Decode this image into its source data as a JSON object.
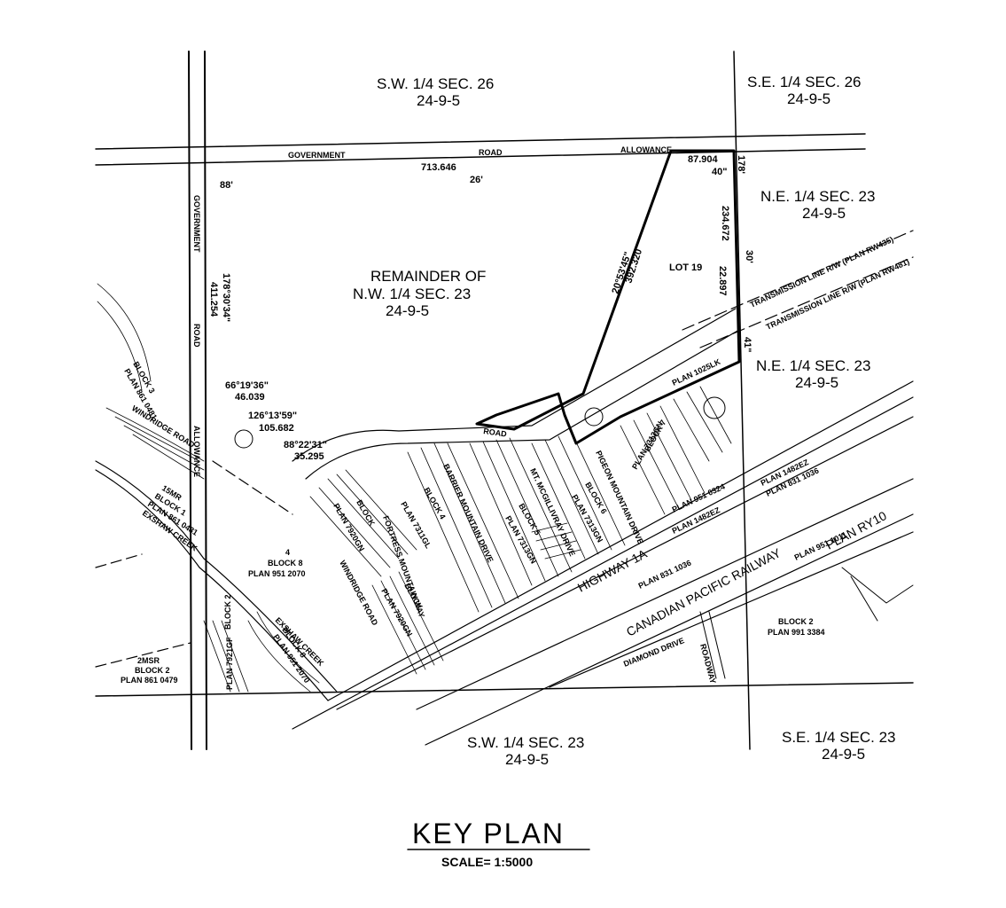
{
  "sections": {
    "sw26": [
      "S.W. 1/4 SEC. 26",
      "24-9-5"
    ],
    "se26": [
      "S.E. 1/4 SEC. 26",
      "24-9-5"
    ],
    "ne23_top": [
      "N.E. 1/4 SEC. 23",
      "24-9-5"
    ],
    "ne23_mid": [
      "N.E. 1/4 SEC. 23",
      "24-9-5"
    ],
    "remainder": [
      "REMAINDER OF",
      "N.W. 1/4 SEC. 23",
      "24-9-5"
    ],
    "sw23": [
      "S.W. 1/4 SEC. 23",
      "24-9-5"
    ],
    "se23": [
      "S.E. 1/4 SEC. 23",
      "24-9-5"
    ]
  },
  "roads": {
    "gov_road": "GOVERNMENT",
    "gov_road2": "ROAD",
    "allowance": "ALLOWANCE",
    "gov_vertical": "GOVERNMENT",
    "road_vertical": "ROAD",
    "allowance_vertical": "ALLOWANCE",
    "road": "ROAD",
    "highway": "HIGHWAY 1A",
    "railway": "CANADIAN PACIFIC RAILWAY",
    "plan_ry10": "PLAN RY10",
    "diamond_drive": "DIAMOND DRIVE",
    "roadway": "ROADWAY",
    "windridge_road_left": "WINDRIDGE ROAD",
    "windridge_road_mid": "WINDRIDGE ROAD",
    "exshaw_creek_left": "EXSHAW CREEK",
    "exshaw_creek_mid": "EXSHAW CREEK",
    "fortress": "FORTRESS MOUNTAIN WAY",
    "barrier": "BARRIER MOUNTAIN DRIVE",
    "mcgillivray": "MT. MCGILLIVRAY DRIVE",
    "pigeon": "PIGEON MOUNTAIN DRIVE"
  },
  "dimensions": {
    "d713": "713.646",
    "d26": "26'",
    "d88": "88'",
    "d87904": "87.904",
    "d40": "40\"",
    "d178": "178'",
    "d234": "234.672",
    "d30": "30'",
    "d22897": "22.897",
    "d41": "41\"",
    "bearing1": "20°53'45\"",
    "dist1": "392.320",
    "bearing_left": "178°30'34\"",
    "dist_left": "411.254",
    "bearing2": "66°19'36\"",
    "dist2": "46.039",
    "bearing3": "126°13'59\"",
    "dist3": "105.682",
    "bearing4": "88°22'31\"",
    "dist4": "35.295"
  },
  "lot": "LOT 19",
  "transmission1": "TRANSMISSION LINE R/W (PLAN RW435)",
  "transmission2": "TRANSMISSION LINE R/W (PLAN RW481)",
  "plans": {
    "plan1025lk": "PLAN 1025LK",
    "plan1482ez_a": "PLAN 1482EZ",
    "plan1482ez_b": "PLAN 1482EZ",
    "plan8311036_a": "PLAN 831 1036",
    "plan8311036_b": "PLAN 831 1036",
    "plan9510324": "PLAN 951 0324",
    "plan9511011": "PLAN 951 1011",
    "block2_right": [
      "BLOCK 2",
      "PLAN 991 3384"
    ],
    "block8": [
      "4",
      "BLOCK 8",
      "PLAN 951 2070"
    ],
    "block3": [
      "BLOCK 3",
      "PLAN 861 0481"
    ],
    "block1": [
      "15MR",
      "BLOCK 1",
      "PLAN 861 0481"
    ],
    "block2_left": [
      "2MSR",
      "BLOCK 2",
      "PLAN 861 0479"
    ],
    "block2_plan": [
      "BLOCK 2",
      "PLAN 7921GF"
    ],
    "block8b": [
      "BLOCK 8",
      "PLAN 951 2070"
    ],
    "block_a": [
      "BLOCK",
      "PLAN 7920GN"
    ],
    "block4": [
      "BLOCK 4",
      "PLAN 7311GL"
    ],
    "block_b": [
      "BLOCK",
      "PLAN 7920GN"
    ],
    "block5": [
      "BLOCK 5",
      "PLAN 7313GN"
    ],
    "block6": [
      "BLOCK 6",
      "PLAN 7313GN"
    ],
    "block7": [
      "BLOCK 7",
      "PLAN 7313GN"
    ]
  },
  "title": "KEY PLAN",
  "scale": "SCALE=  1:5000"
}
